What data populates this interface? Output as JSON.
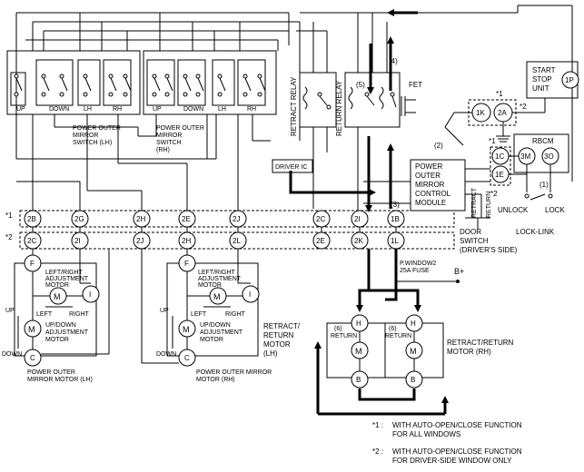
{
  "switch_lh": {
    "labels": [
      "UP",
      "DOWN",
      "LH",
      "RH"
    ],
    "title_lines": [
      "POWER OUTER",
      "MIRROR",
      "SWITCH (LH)"
    ]
  },
  "switch_rh": {
    "labels": [
      "UP",
      "DOWN",
      "LH",
      "RH"
    ],
    "title_lines": [
      "POWER OUTER",
      "MIRROR",
      "SWITCH",
      "(RH)"
    ]
  },
  "relays": {
    "retract": "RETRACT RELAY",
    "return": "RETURN RELAY",
    "driver_ic": "DRIVER IC",
    "fet": "FET"
  },
  "start_stop": [
    "START",
    "STOP",
    "UNIT"
  ],
  "start_stop_pin": "1P",
  "module_lines": [
    "POWER",
    "OUTER",
    "MIRROR",
    "CONTROL",
    "MODULE"
  ],
  "rbcm": "RBCM",
  "pins": {
    "top": [
      "2B",
      "2G",
      "2H",
      "2E",
      "2J",
      "2C",
      "2I",
      "1B"
    ],
    "bottom": [
      "2C",
      "2I",
      "2J",
      "2H",
      "2L",
      "2E",
      "2K",
      "1L"
    ],
    "module": [
      "1K",
      "2A",
      "1C",
      "1E",
      "3M",
      "3O"
    ],
    "motor_lh": [
      "F",
      "I",
      "C"
    ],
    "motor_rh": [
      "F",
      "I",
      "C"
    ],
    "retract_lh": [
      "H",
      "B"
    ],
    "retract_rh": [
      "H",
      "B"
    ]
  },
  "markers": {
    "star1": "*1",
    "star2": "*2",
    "n1": "(1)",
    "n2": "(2)",
    "n3": "(3)",
    "n4": "(4)",
    "n5": "(5)",
    "n6": "(6)"
  },
  "door_switch": [
    "DOOR",
    "SWITCH",
    "(DRIVER'S SIDE)"
  ],
  "door_labels": {
    "retract": "RETRACT",
    "return": "RETURN",
    "unlock": "UNLOCK",
    "lock": "LOCK",
    "lock_link": "LOCK-LINK"
  },
  "fuse": [
    "P.WINDOW2",
    "25A FUSE"
  ],
  "bplus": "B+",
  "motor_lh": {
    "lr_lines": [
      "LEFT/RIGHT",
      "ADJUSTMENT",
      "MOTOR"
    ],
    "left": "LEFT",
    "right": "RIGHT",
    "ud_lines": [
      "UP/DOWN",
      "ADJUSTMENT",
      "MOTOR"
    ],
    "up": "UP",
    "down": "DOWN",
    "m": "M",
    "title_lines": [
      "POWER OUTER",
      "MIRROR MOTOR (LH)"
    ]
  },
  "motor_rh": {
    "lr_lines": [
      "LEFT/RIGHT",
      "ADJUSTMENT",
      "MOTOR"
    ],
    "left": "LEFT",
    "right": "RIGHT",
    "ud_lines": [
      "UP/DOWN",
      "ADJUSTMENT",
      "MOTOR"
    ],
    "up": "UP",
    "down": "DOWN",
    "m": "M",
    "title_lines": [
      "POWER OUTER MIRROR",
      "MOTOR (RH)"
    ]
  },
  "rr_motor_lh": {
    "title_lines": [
      "RETRACT/",
      "RETURN",
      "MOTOR",
      "(LH)"
    ],
    "return": "RETURN",
    "m": "M"
  },
  "rr_motor_rh": {
    "title_lines": [
      "RETRACT/RETURN",
      "MOTOR (RH)"
    ],
    "return": "RETURN",
    "m": "M"
  },
  "notes": {
    "n1_mark": "*1 :",
    "n1_lines": [
      "WITH AUTO-OPEN/CLOSE FUNCTION",
      "FOR ALL WINDOWS"
    ],
    "n2_mark": "*2 :",
    "n2_lines": [
      "WITH AUTO-OPEN/CLOSE FUNCTION",
      "FOR DRIVER-SIDE WINDOW ONLY"
    ]
  }
}
